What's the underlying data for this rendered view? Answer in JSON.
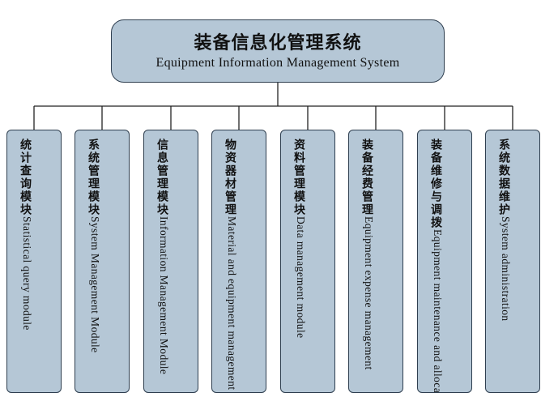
{
  "root": {
    "title": "装备信息化管理系统",
    "subtitle": "Equipment Information Management System"
  },
  "modules": [
    {
      "cn": "统计查询模块",
      "en": "Statistical query module"
    },
    {
      "cn": "系统管理模块",
      "en": "System Management Module"
    },
    {
      "cn": "信息管理模块",
      "en": "Information Management Module"
    },
    {
      "cn": "物资器材管理",
      "en": "Material and equipment management"
    },
    {
      "cn": "资料管理模块",
      "en": "Data management module"
    },
    {
      "cn": "装备经费管理",
      "en": "Equipment expense management"
    },
    {
      "cn": "装备维修与调拨",
      "en": "Equipment maintenance and allocation"
    },
    {
      "cn": "系统数据维护",
      "en": "System administration"
    }
  ],
  "colors": {
    "box_fill": "#b5c7d6",
    "border": "#2f3f50",
    "line": "#222222"
  }
}
